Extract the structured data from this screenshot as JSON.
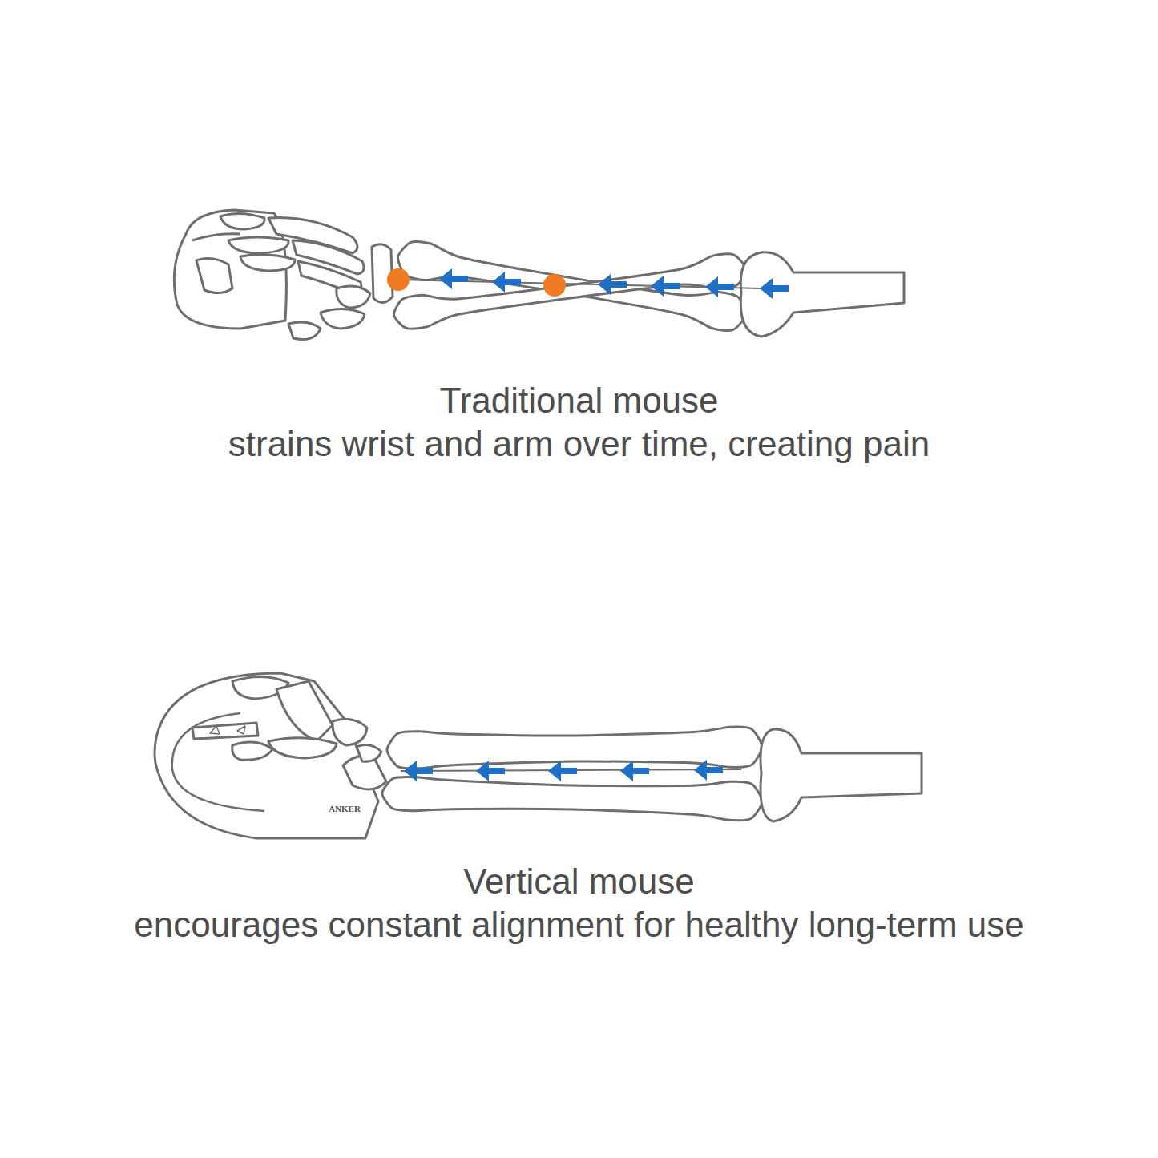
{
  "diagram": {
    "labels": [
      "Traditional mouse",
      "strains wrist and arm over time, creating pain",
      "Vertical mouse",
      "encourages constant alignment for healthy long-term use",
      "ANKER"
    ]
  }
}
